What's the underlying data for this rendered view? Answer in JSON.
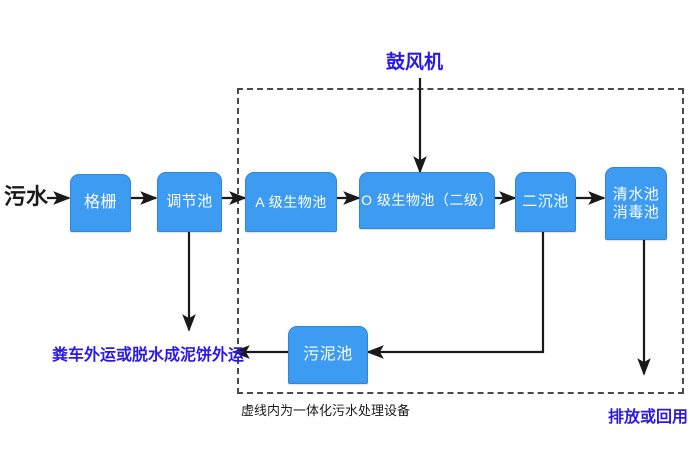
{
  "diagram": {
    "title_label": "鼓风机",
    "inlet_label": "污水",
    "enclosure_caption": "虚线内为一体化污水处理设备",
    "sludge_outlet_label": "粪车外运或脱水成泥饼外运",
    "effluent_label": "排放或回用",
    "colors": {
      "node_fill": "#3d9bf2",
      "node_border": "#2f85d8",
      "node_text": "#ffffff",
      "accent_text": "#2b19e8",
      "dark_text": "#1a1a1a",
      "connector": "#1a1a1a",
      "enclosure_border": "#4a4a4a",
      "background": "#ffffff"
    },
    "nodes": [
      {
        "id": "grid",
        "label": "格栅",
        "lines": [
          "格栅"
        ]
      },
      {
        "id": "equalize",
        "label": "调节池",
        "lines": [
          "调节池"
        ]
      },
      {
        "id": "a_bio",
        "label": "A 级生物池",
        "lines": [
          "A 级生物池"
        ]
      },
      {
        "id": "o_bio",
        "label": "O 级生物池（二级）",
        "lines": [
          "O 级生物池（二级）"
        ]
      },
      {
        "id": "settler2",
        "label": "二沉池",
        "lines": [
          "二沉池"
        ]
      },
      {
        "id": "clearwater",
        "label": "清水池 消毒池",
        "lines": [
          "清水池",
          "消毒池"
        ]
      },
      {
        "id": "sludge",
        "label": "污泥池",
        "lines": [
          "污泥池"
        ]
      }
    ],
    "flow_sequence": [
      "污水",
      "格栅",
      "调节池",
      "A 级生物池",
      "O 级生物池（二级）",
      "二沉池",
      "清水池 消毒池"
    ],
    "connectors": [
      {
        "from": "污水",
        "to": "格栅",
        "kind": "arrow-right"
      },
      {
        "from": "格栅",
        "to": "调节池",
        "kind": "arrow-right"
      },
      {
        "from": "调节池",
        "to": "A 级生物池",
        "kind": "arrow-right"
      },
      {
        "from": "A 级生物池",
        "to": "O 级生物池（二级）",
        "kind": "arrow-right"
      },
      {
        "from": "O 级生物池（二级）",
        "to": "二沉池",
        "kind": "arrow-right"
      },
      {
        "from": "二沉池",
        "to": "清水池 消毒池",
        "kind": "arrow-right"
      },
      {
        "from": "鼓风机",
        "to": "O 级生物池（二级）",
        "kind": "arrow-down"
      },
      {
        "from": "调节池",
        "to": "粪车外运或脱水成泥饼外运",
        "kind": "arrow-down"
      },
      {
        "from": "二沉池",
        "to": "污泥池",
        "kind": "elbow-left"
      },
      {
        "from": "污泥池",
        "to": "粪车外运或脱水成泥饼外运",
        "kind": "arrow-left"
      },
      {
        "from": "清水池 消毒池",
        "to": "排放或回用",
        "kind": "arrow-down"
      }
    ]
  }
}
